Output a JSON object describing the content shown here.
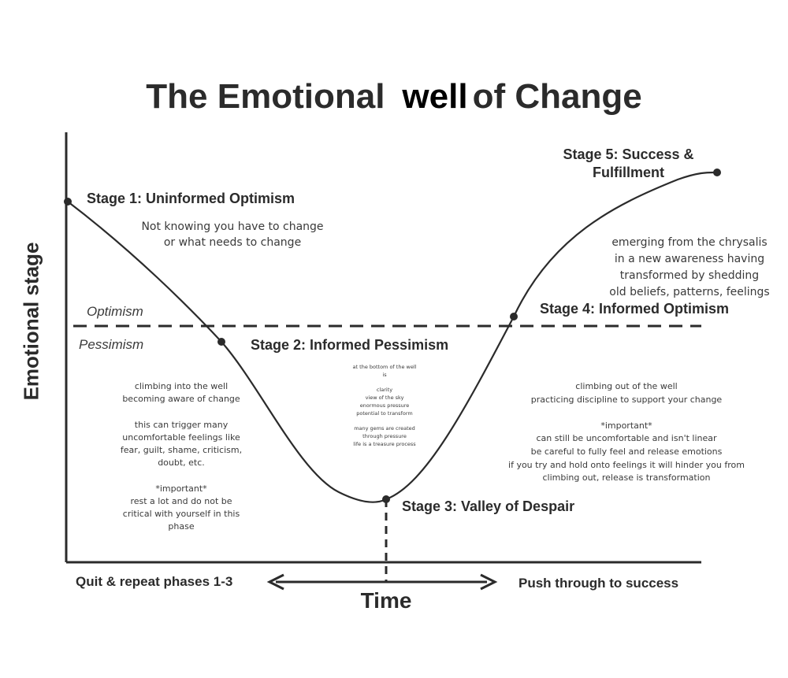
{
  "title": {
    "prefix": "The Emotional",
    "highlight": "well",
    "suffix": "of Change"
  },
  "y_axis_label": "Emotional stage",
  "x_axis": {
    "label": "Time",
    "left_label": "Quit & repeat phases 1-3",
    "right_label": "Push through to success"
  },
  "zones": {
    "upper": "Optimism",
    "lower": "Pessimism"
  },
  "stages": {
    "s1": {
      "title": "Stage 1: Uninformed Optimism",
      "notes": [
        "Not knowing you have to change",
        "or what needs to change"
      ]
    },
    "s2": {
      "title": "Stage 2: Informed Pessimism"
    },
    "s3": {
      "title": "Stage 3: Valley of Despair"
    },
    "s4": {
      "title": "Stage 4: Informed Optimism"
    },
    "s5": {
      "title_lines": [
        "Stage 5: Success &",
        "Fulfillment"
      ],
      "notes": [
        "emerging from the chrysalis",
        "in a new awareness having",
        "transformed by shedding",
        "old beliefs, patterns, feelings"
      ]
    }
  },
  "left_notes": [
    "climbing into the well",
    "becoming aware of change",
    "",
    "this can trigger many",
    "uncomfortable feelings like",
    "fear, guilt, shame,   criticism,",
    "doubt, etc.",
    "",
    "*important*",
    "rest a lot and do not be",
    "critical with yourself in this",
    "phase"
  ],
  "bottom_notes": [
    "at the bottom of the well",
    "is",
    "",
    "clarity",
    "view of the sky",
    "enormous pressure",
    "potential to transform",
    "",
    "many gems are created",
    "through pressure",
    "life is a treasure  process"
  ],
  "right_notes": [
    "climbing out of the well",
    "practicing discipline to support your change",
    "",
    "*important*",
    "can still be uncomfortable and  isn't linear",
    "be careful to fully feel and release emotions",
    "if you try and hold onto feelings it will hinder you from",
    "climbing out, release is transformation"
  ],
  "colors": {
    "ink": "#2b2b2b",
    "curve": "#2b2b2b",
    "background": "#ffffff"
  }
}
